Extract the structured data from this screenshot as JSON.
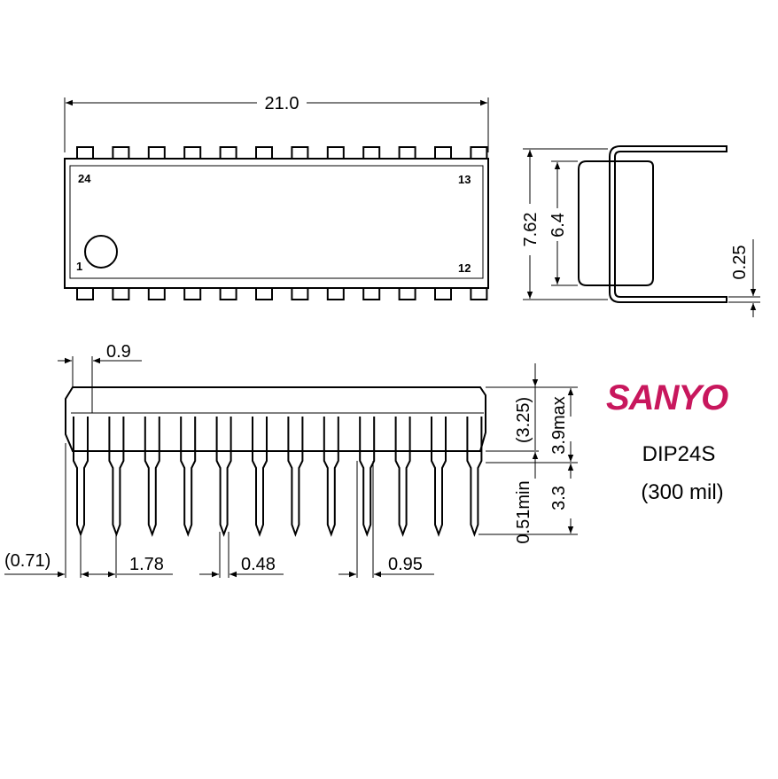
{
  "brand": {
    "name": "SANYO",
    "color": "#c8175d"
  },
  "package": {
    "name": "DIP24S",
    "subtitle": "(300 mil)"
  },
  "top_view": {
    "pin_labels": {
      "top_left": "24",
      "top_right": "13",
      "bottom_left": "1",
      "bottom_right": "12"
    },
    "pins_per_side": 12
  },
  "dimensions": {
    "overall_length": "21.0",
    "row_spacing": "7.62",
    "body_width": "6.4",
    "lead_thickness": "0.25",
    "end_offset": "0.9",
    "body_thickness": "(3.25)",
    "seated_height_max": "3.9max",
    "standoff_min": "0.51min",
    "lead_length": "3.3",
    "end_lead_offset": "(0.71)",
    "upper_lead_width": "1.78",
    "lower_lead_width": "0.48",
    "lead_shoulder_width": "0.95"
  }
}
